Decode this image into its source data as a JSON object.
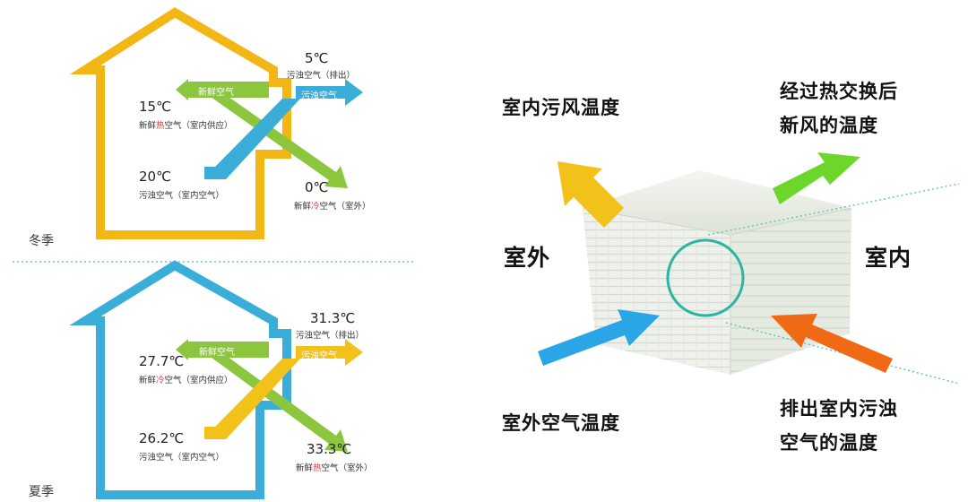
{
  "colors": {
    "winter_house": "#f2b715",
    "summer_house": "#3aaed8",
    "green": "#8cc63e",
    "blue": "#3aaed8",
    "yellow": "#f2c21b",
    "orange": "#f06a15",
    "lime": "#6dd62a",
    "circle": "#2bb5a2",
    "divider": "#6cc7c2"
  },
  "winter": {
    "season": "冬季",
    "exhaust_temp": "5℃",
    "exhaust_label": "污浊空气（排出）",
    "fresh_arrow_label": "新鲜空气",
    "stale_arrow_label": "污浊空气",
    "supply_temp": "15℃",
    "supply_label_pre": "新鲜",
    "supply_label_hl": "热",
    "supply_label_post": "空气（室内供应）",
    "indoor_temp": "20℃",
    "indoor_label": "污浊空气（室内空气）",
    "outdoor_temp": "0℃",
    "outdoor_label_pre": "新鲜",
    "outdoor_label_hl": "冷",
    "outdoor_label_post": "空气（室外）"
  },
  "summer": {
    "season": "夏季",
    "exhaust_temp": "31.3℃",
    "exhaust_label": "污浊空气（排出）",
    "fresh_arrow_label": "新鲜空气",
    "stale_arrow_label": "污浊空气",
    "supply_temp": "27.7℃",
    "supply_label_pre": "新鲜",
    "supply_label_hl": "冷",
    "supply_label_post": "空气（室内供应）",
    "indoor_temp": "26.2℃",
    "indoor_label": "污浊空气（室内空气）",
    "outdoor_temp": "33.3℃",
    "outdoor_label_pre": "新鲜",
    "outdoor_label_hl": "热",
    "outdoor_label_post": "空气（室外）"
  },
  "exchanger": {
    "indoor_stale_temp": "室内污风温度",
    "fresh_after_exchange_line1": "经过热交换后",
    "fresh_after_exchange_line2": "新风的温度",
    "outdoor": "室外",
    "indoor": "室内",
    "outdoor_air_temp": "室外空气温度",
    "exhaust_stale_line1": "排出室内污浊",
    "exhaust_stale_line2": "空气的温度"
  }
}
